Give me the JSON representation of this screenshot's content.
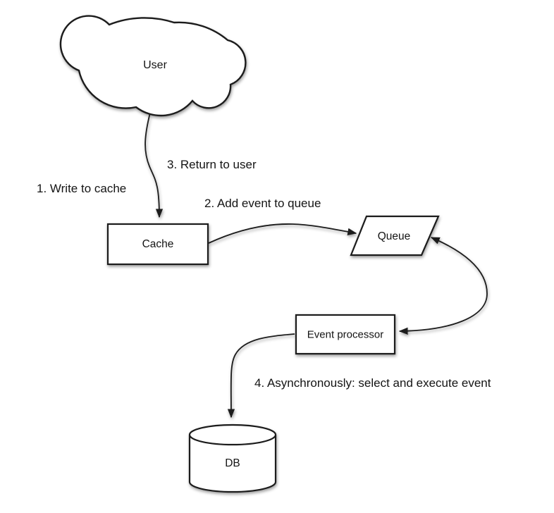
{
  "diagram": {
    "background": "#ffffff",
    "shape_fill": "#ffffff",
    "stroke_color": "#1a1a1a",
    "text_color": "#141414",
    "nodes": [
      {
        "id": "user",
        "shape": "cloud",
        "label": "User"
      },
      {
        "id": "cache",
        "shape": "rectangle",
        "label": "Cache"
      },
      {
        "id": "queue",
        "shape": "parallelogram",
        "label": "Queue"
      },
      {
        "id": "event-processor",
        "shape": "rectangle",
        "label": "Event processor"
      },
      {
        "id": "db",
        "shape": "cylinder",
        "label": "DB"
      }
    ],
    "edges": [
      {
        "from": "user",
        "to": "cache",
        "arrows": "end",
        "style": "curved"
      },
      {
        "from": "cache",
        "to": "queue",
        "arrows": "end",
        "style": "curved"
      },
      {
        "from": "queue",
        "to": "event-processor",
        "arrows": "both",
        "style": "curved"
      },
      {
        "from": "event-processor",
        "to": "db",
        "arrows": "end",
        "style": "curved"
      }
    ],
    "steps": [
      {
        "label": "1. Write to cache"
      },
      {
        "label": "2. Add event to queue"
      },
      {
        "label": "3. Return to user"
      },
      {
        "label": "4. Asynchronously: select and execute event"
      }
    ]
  }
}
